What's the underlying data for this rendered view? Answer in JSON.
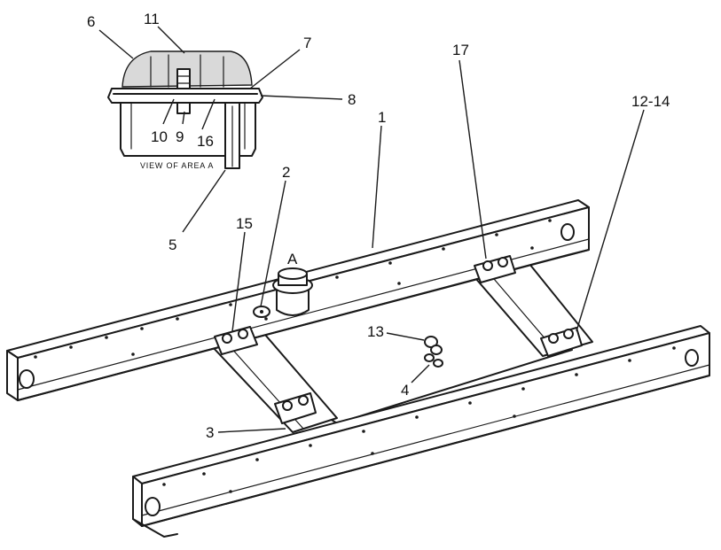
{
  "callouts": {
    "c1": "1",
    "c2": "2",
    "c3": "3",
    "c4": "4",
    "c5": "5",
    "c6": "6",
    "c7": "7",
    "c8": "8",
    "c9": "9",
    "c10": "10",
    "c11": "11",
    "c12_14": "12-14",
    "c13": "13",
    "c15": "15",
    "c16": "16",
    "c17": "17",
    "area_a": "A"
  },
  "detail_caption": "VIEW OF AREA A"
}
